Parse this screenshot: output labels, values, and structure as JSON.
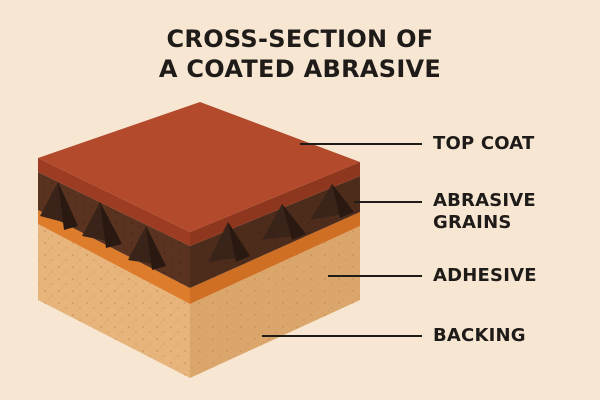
{
  "title": {
    "line1": "CROSS-SECTION OF",
    "line2": "A COATED ABRASIVE"
  },
  "layers": {
    "top_coat": "TOP COAT",
    "abrasive_grains_line1": "ABRASIVE",
    "abrasive_grains_line2": "GRAINS",
    "adhesive": "ADHESIVE",
    "backing": "BACKING"
  },
  "colors": {
    "background": "#f6e6d2",
    "top_coat": "#b24a2b",
    "grain_layer": "#5a3320",
    "grain": "#3a241a",
    "adhesive": "#d9782a",
    "backing": "#e7b57c",
    "text": "#1f1b18"
  }
}
